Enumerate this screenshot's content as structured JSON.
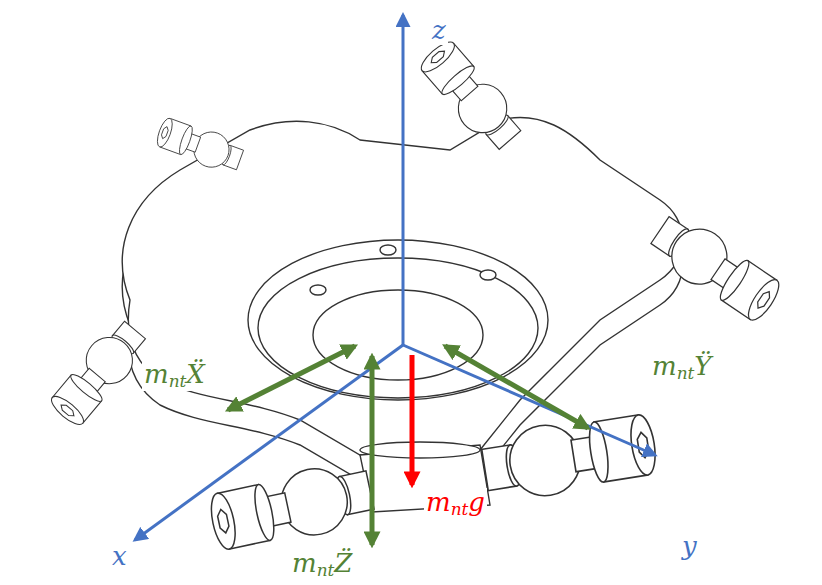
{
  "diagram": {
    "labels": [
      "z",
      "x",
      "y",
      "mntẌ",
      "mntŸ",
      "mntZ̈",
      "mntg"
    ]
  }
}
